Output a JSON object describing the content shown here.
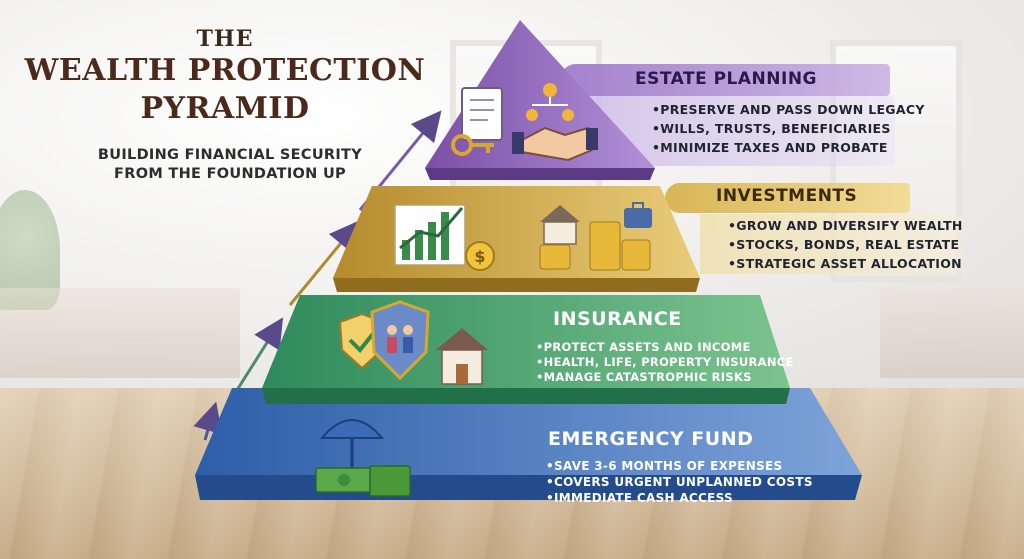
{
  "title": {
    "line1": "THE",
    "line2": "WEALTH PROTECTION",
    "line3": "PYRAMID"
  },
  "subtitle": {
    "line1": "BUILDING FINANCIAL SECURITY",
    "line2": "FROM THE FOUNDATION UP"
  },
  "levels": [
    {
      "label": "ESTATE PLANNING",
      "bullets": [
        "PRESERVE AND PASS DOWN LEGACY",
        "WILLS, TRUSTS, BENEFICIARIES",
        "MINIMIZE TAXES AND PROBATE"
      ],
      "color": "#8b63b8",
      "icons": [
        "document-icon",
        "key-icon",
        "family-tree-icon",
        "handshake-icon"
      ]
    },
    {
      "label": "INVESTMENTS",
      "bullets": [
        "GROW AND DIVERSIFY WEALTH",
        "STOCKS, BONDS, REAL ESTATE",
        "STRATEGIC ASSET ALLOCATION"
      ],
      "color": "#c9a544",
      "icons": [
        "growth-chart-icon",
        "dollar-coin-icon",
        "house-icon",
        "coin-stack-icon",
        "briefcase-icon"
      ]
    },
    {
      "label": "INSURANCE",
      "bullets": [
        "PROTECT ASSETS AND INCOME",
        "HEALTH, LIFE, PROPERTY INSURANCE",
        "MANAGE CATASTROPHIC RISKS"
      ],
      "color": "#3f9a6c",
      "icons": [
        "shield-check-icon",
        "family-shield-icon",
        "house-icon"
      ]
    },
    {
      "label": "EMERGENCY FUND",
      "bullets": [
        "SAVE 3-6 MONTHS OF EXPENSES",
        "COVERS URGENT UNPLANNED COSTS",
        "IMMEDIATE CASH ACCESS"
      ],
      "color": "#3d6db3",
      "icons": [
        "umbrella-icon",
        "cash-icon"
      ]
    }
  ]
}
